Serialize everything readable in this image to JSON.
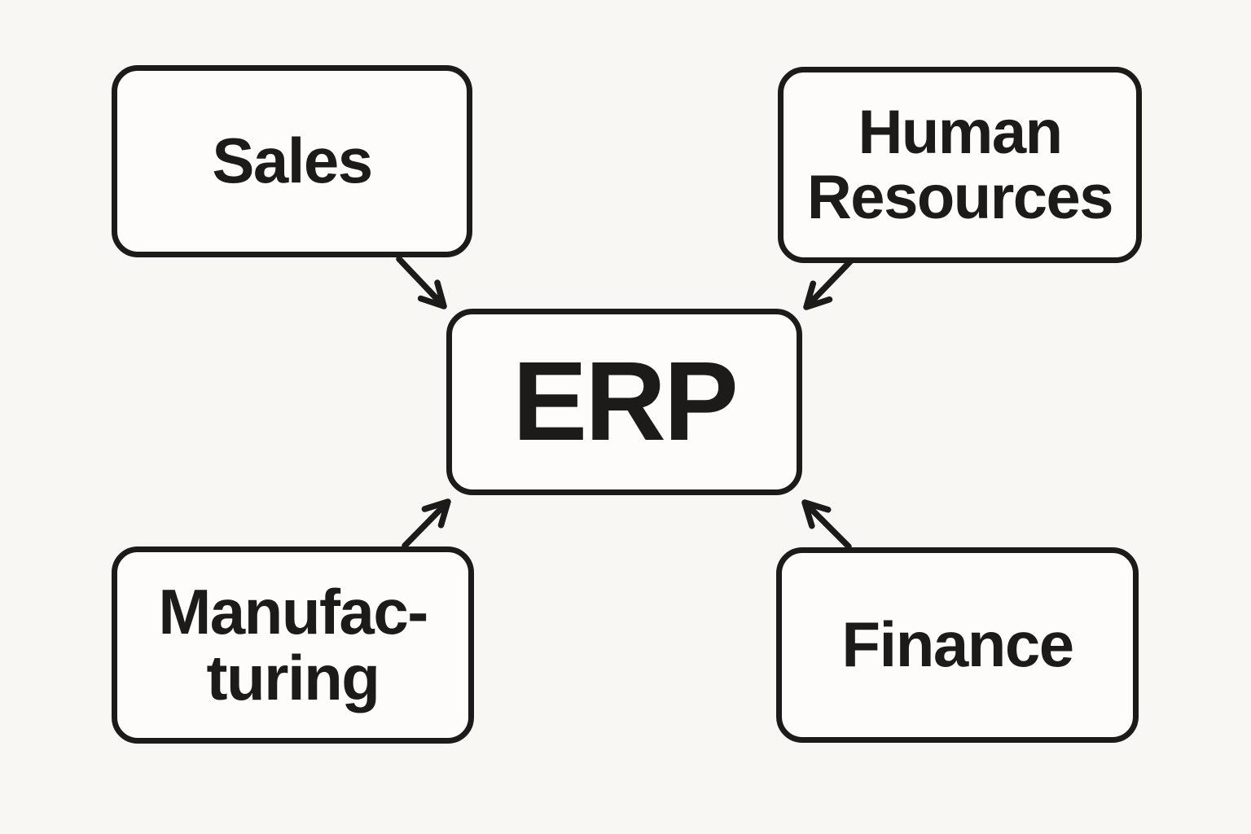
{
  "diagram": {
    "type": "hub-and-spoke",
    "center": {
      "id": "erp",
      "label": "ERP"
    },
    "nodes": [
      {
        "id": "sales",
        "label": "Sales"
      },
      {
        "id": "human-resources",
        "label": "Human\nResources"
      },
      {
        "id": "manufacturing",
        "label": "Manufac-\nturing"
      },
      {
        "id": "finance",
        "label": "Finance"
      }
    ],
    "edges": [
      {
        "from": "sales",
        "to": "erp"
      },
      {
        "from": "human-resources",
        "to": "erp"
      },
      {
        "from": "manufacturing",
        "to": "erp"
      },
      {
        "from": "finance",
        "to": "erp"
      }
    ]
  },
  "colors": {
    "background": "#f9f7f3",
    "node_fill": "#fdfcfa",
    "stroke": "#1d1b19",
    "text": "#1d1b19"
  }
}
